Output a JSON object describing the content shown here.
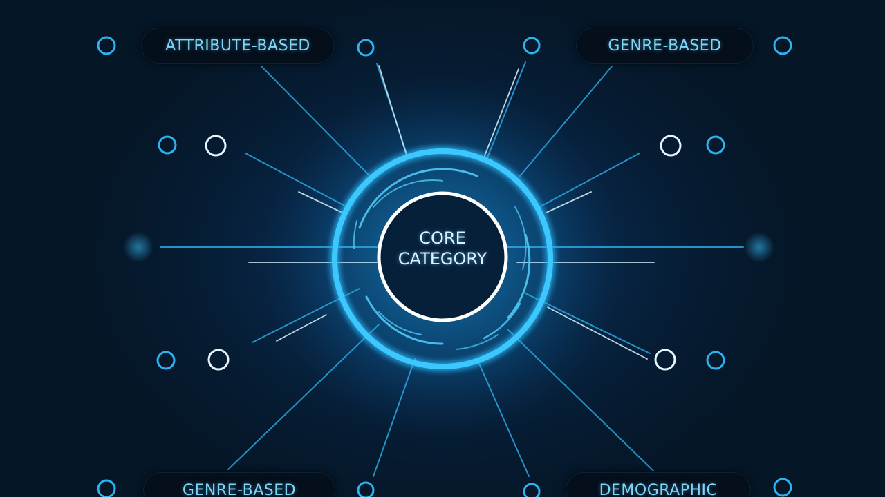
{
  "center": {
    "line1": "CORE",
    "line2": "CATEGORY"
  },
  "labels": {
    "top_left": "ATTRIBUTE-BASED",
    "top_right": "GENRE-BASED",
    "bottom_left": "GENRE-BASED",
    "bottom_right": "DEMOGRAPHIC"
  },
  "colors": {
    "background": "#061a2c",
    "accent": "#29b6ee",
    "label_text": "#7fd6f7",
    "pill_background": "#050f1b"
  }
}
